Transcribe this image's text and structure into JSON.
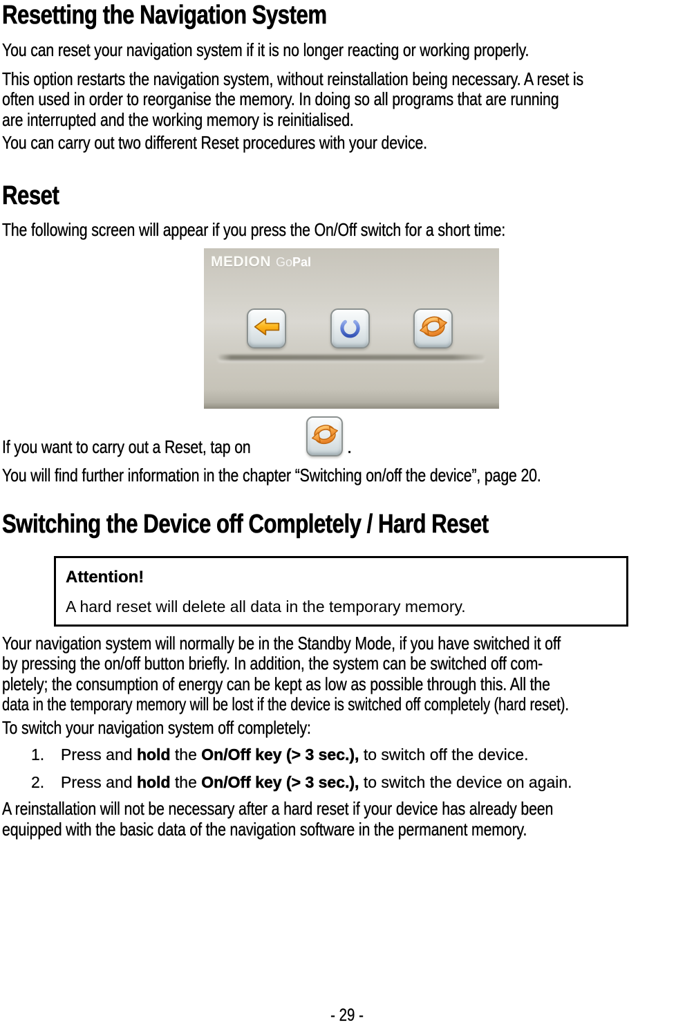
{
  "doc": {
    "h1": "Resetting the Navigation System",
    "intro": {
      "p1": "You can reset your navigation system if it is no longer reacting or working properly.",
      "p2_lines": [
        "This option restarts the navigation system, without reinstallation being necessary. A reset is",
        "often used in order to reorganise the memory. In doing so all programs that are running",
        "are interrupted and the working memory is reinitialised."
      ],
      "p3": "You can carry out two different Reset procedures with your device."
    },
    "reset": {
      "h2": "Reset",
      "p1": "The following screen will appear if you press the On/Off switch for a short time:",
      "tap_text": "If you want to carry out a Reset, tap on",
      "tap_period": ".",
      "further": "You will find further information in the chapter “Switching on/off the device”, page 20."
    },
    "screen": {
      "brand": "MEDION",
      "go": "Go",
      "pal": "Pal",
      "icons": {
        "back": "back-arrow-icon",
        "power": "power-icon",
        "reset": "reset-icon"
      },
      "colors": {
        "screen_bg": "#cdcac0",
        "icon_orange": "#f0952e",
        "icon_orange_dark": "#c1660e",
        "icon_blue": "#4465c0",
        "button_face": "#e8eef0",
        "button_border": "#8b9190"
      }
    },
    "hard": {
      "h2": "Switching the Device off Completely / Hard Reset",
      "attention_title": "Attention!",
      "attention_body": "A hard reset will delete all data in the temporary memory.",
      "p1_lines": [
        "Your navigation system will normally be in the Standby Mode, if you have switched it off",
        "by pressing the on/off button briefly. In addition, the system can be switched off com-",
        "pletely; the consumption of energy can be kept as low as possible through this. All the",
        "data in the temporary memory will be lost if the device is switched off completely (hard reset)."
      ],
      "p2": "To switch your navigation system off completely:",
      "steps": [
        {
          "num": "1.",
          "segments": [
            {
              "t": "Press and ",
              "b": false
            },
            {
              "t": "hold",
              "b": true
            },
            {
              "t": " the ",
              "b": false
            },
            {
              "t": "On/Off key (> 3 sec.),",
              "b": true
            },
            {
              "t": " to switch off the device.",
              "b": false
            }
          ]
        },
        {
          "num": "2.",
          "segments": [
            {
              "t": "Press and ",
              "b": false
            },
            {
              "t": "hold",
              "b": true
            },
            {
              "t": " the ",
              "b": false
            },
            {
              "t": "On/Off key (> 3 sec.),",
              "b": true
            },
            {
              "t": " to switch the device on again.",
              "b": false
            }
          ]
        }
      ],
      "p3_lines": [
        "A reinstallation will not be necessary after a hard reset if your device has already been",
        "equipped with the basic data of the navigation software in the permanent memory."
      ]
    },
    "footer": "- 29 -"
  }
}
